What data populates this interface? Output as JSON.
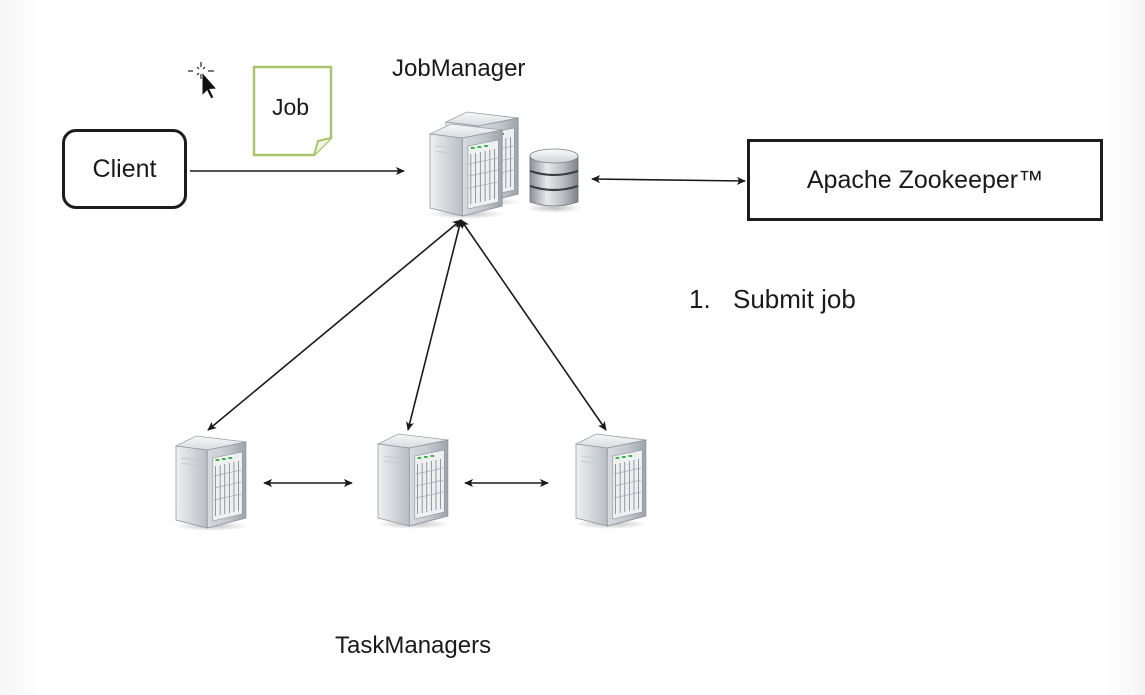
{
  "diagram": {
    "client_label": "Client",
    "job_label": "Job",
    "jobmanager_label": "JobManager",
    "zookeeper_label": "Apache Zookeeper™",
    "taskmanagers_label": "TaskManagers",
    "steps": [
      {
        "number": "1.",
        "text": "Submit job"
      }
    ]
  },
  "icons": {
    "server": "server-tower-icon",
    "database": "database-icon",
    "document": "document-icon",
    "cursor": "mouse-pointer-icon"
  },
  "colors": {
    "document_border": "#a9c56f",
    "line": "#1a1a1a"
  }
}
